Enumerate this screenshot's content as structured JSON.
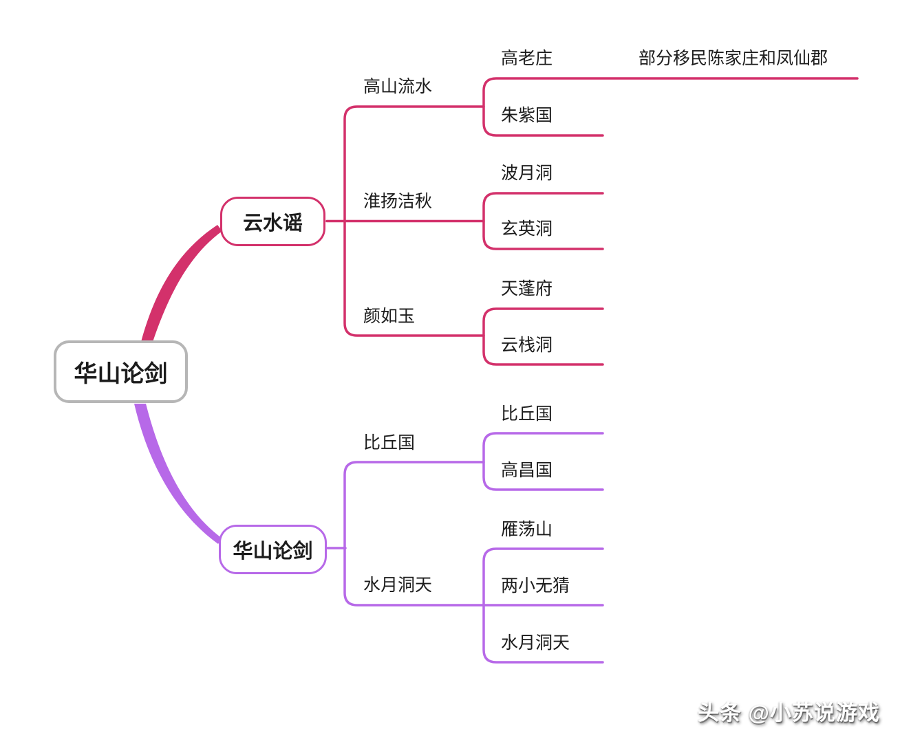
{
  "colors": {
    "branch1": "#d3316b",
    "branch2": "#b769e8",
    "root_border": "#b6b6b6",
    "text": "#1c1c1c",
    "background": "#ffffff"
  },
  "mindmap": {
    "root": {
      "label": "华山论剑"
    },
    "branches": [
      {
        "label": "云水谣",
        "color": "#d3316b",
        "children": [
          {
            "label": "高山流水",
            "children": [
              {
                "label": "高老庄",
                "children": [
                  {
                    "label": "部分移民陈家庄和凤仙郡"
                  }
                ]
              },
              {
                "label": "朱紫国"
              }
            ]
          },
          {
            "label": "淮扬洁秋",
            "children": [
              {
                "label": "波月洞"
              },
              {
                "label": "玄英洞"
              }
            ]
          },
          {
            "label": "颜如玉",
            "children": [
              {
                "label": "天蓬府"
              },
              {
                "label": "云栈洞"
              }
            ]
          }
        ]
      },
      {
        "label": "华山论剑",
        "color": "#b769e8",
        "children": [
          {
            "label": "比丘国",
            "children": [
              {
                "label": "比丘国"
              },
              {
                "label": "高昌国"
              }
            ]
          },
          {
            "label": "水月洞天",
            "children": [
              {
                "label": "雁荡山"
              },
              {
                "label": "两小无猜"
              },
              {
                "label": "水月洞天"
              }
            ]
          }
        ]
      }
    ]
  },
  "watermark": {
    "text": "头条 @小苏说游戏"
  }
}
